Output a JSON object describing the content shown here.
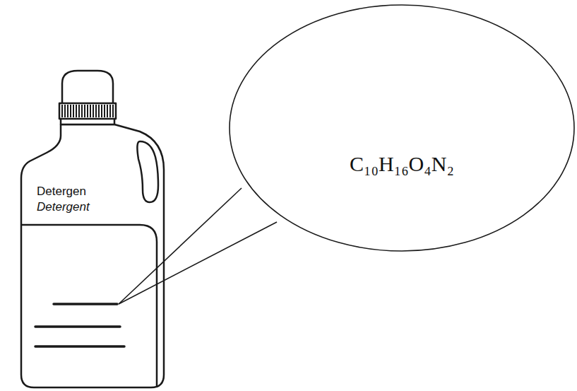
{
  "diagram": {
    "nodes": [
      {
        "text": [
          "Detergen",
          "Detergent"
        ]
      },
      {
        "text": [
          "C₁₀H₁₆O₄N₂"
        ]
      }
    ]
  }
}
